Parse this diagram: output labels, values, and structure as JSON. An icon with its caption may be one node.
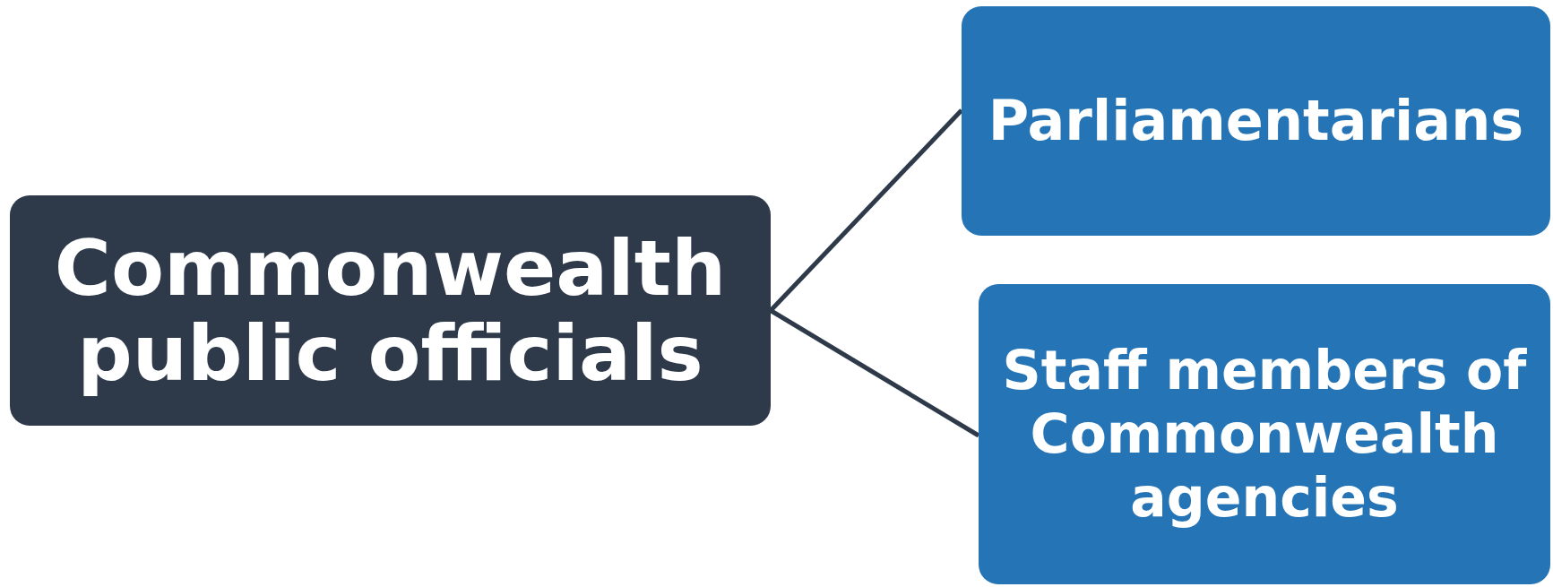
{
  "diagram": {
    "nodes": [
      {
        "text": [
          "Commonwealth public officials"
        ]
      },
      {
        "text": [
          "Parliamentarians"
        ]
      },
      {
        "text": [
          "Staff members of Commonwealth agencies"
        ]
      }
    ],
    "edges": [
      {
        "from": 0,
        "to": 1,
        "arrow": "none"
      },
      {
        "from": 0,
        "to": 2,
        "arrow": "none"
      }
    ]
  }
}
